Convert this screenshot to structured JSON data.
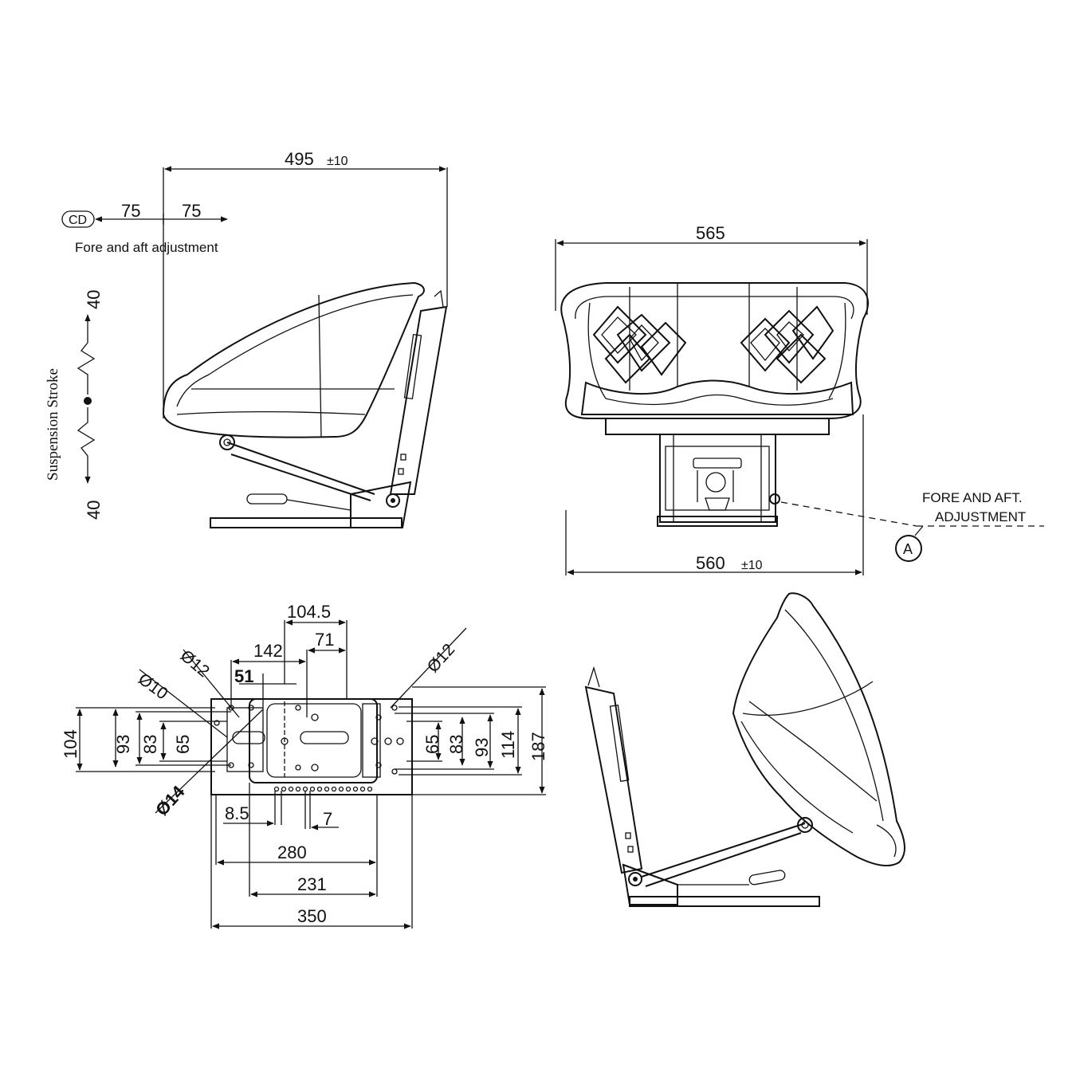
{
  "side_view": {
    "overall_depth": "495",
    "overall_depth_tol": "±10",
    "cd_label": "CD",
    "fore_dim": "75",
    "aft_dim": "75",
    "fore_aft_label": "Fore and aft adjustment",
    "suspension_label": "Suspension Stroke",
    "stroke_up": "40",
    "stroke_down": "40"
  },
  "front_view": {
    "top_width": "565",
    "base_width": "560",
    "base_width_tol": "±10",
    "callout_line1": "FORE AND AFT.",
    "callout_line2": "ADJUSTMENT",
    "callout_marker": "A"
  },
  "base_plate": {
    "d_104_5": "104.5",
    "d_71": "71",
    "d_142": "142",
    "d_51": "51",
    "phi12_left": "Ø12",
    "phi10": "Ø10",
    "phi12_right": "Ø12",
    "phi14": "Ø14",
    "left_104": "104",
    "left_93": "93",
    "left_83": "83",
    "left_65": "65",
    "right_65": "65",
    "right_83": "83",
    "right_93": "93",
    "right_114": "114",
    "right_187": "187",
    "d_8_5": "8.5",
    "d_7": "7",
    "d_280": "280",
    "d_231": "231",
    "d_350": "350"
  }
}
